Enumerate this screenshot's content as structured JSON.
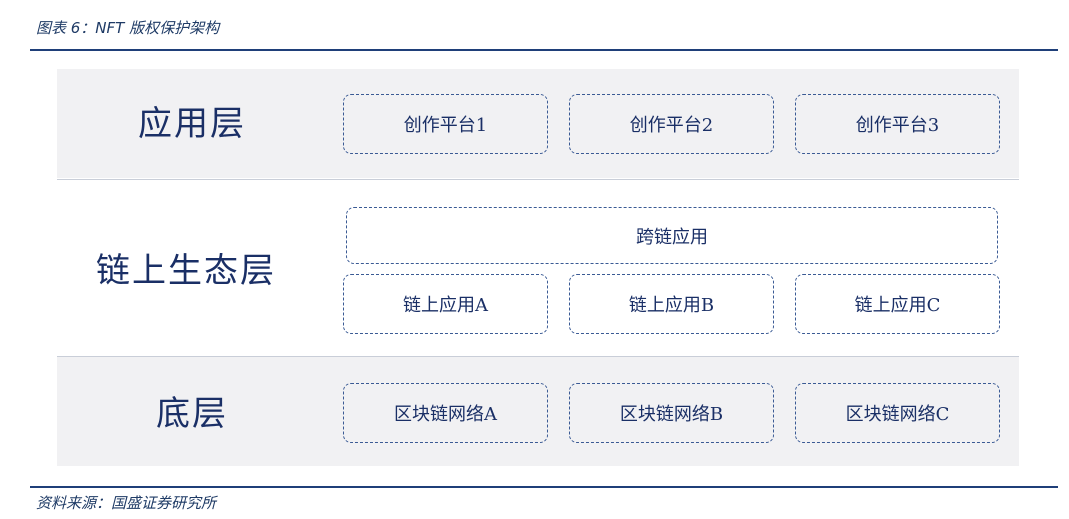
{
  "header": {
    "caption": "图表 6：NFT 版权保护架构"
  },
  "layers": {
    "application": {
      "title": "应用层",
      "boxes": [
        "创作平台1",
        "创作平台2",
        "创作平台3"
      ]
    },
    "ecosystem": {
      "title": "链上生态层",
      "cross_chain": "跨链应用",
      "boxes": [
        "链上应用A",
        "链上应用B",
        "链上应用C"
      ]
    },
    "base": {
      "title": "底层",
      "boxes": [
        "区块链网络A",
        "区块链网络B",
        "区块链网络C"
      ]
    }
  },
  "footer": {
    "source": "资料来源：国盛证券研究所"
  },
  "colors": {
    "accent": "#1f3f79",
    "text": "#1a2f66",
    "band": "#f1f1f3",
    "box_border": "#3a5a94"
  }
}
